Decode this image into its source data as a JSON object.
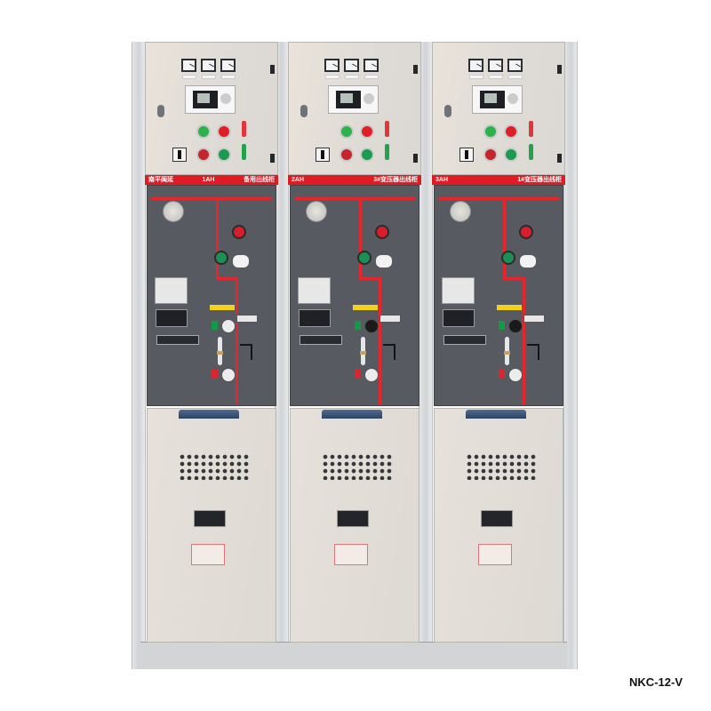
{
  "image": {
    "subject": "Three-bay medium-voltage switchgear cabinets (product photo)",
    "background_color": "#ffffff",
    "model_label": "NKC-12-V"
  },
  "colors": {
    "busbar_red": "#e6262c",
    "label_strip_red": "#df1b24",
    "panel_gray": "#575a60",
    "door_beige": "#e2ddd6",
    "handle_blue": "#3a5278",
    "plinth_gray": "#d3d4d6"
  },
  "cabinets": [
    {
      "id": "1AH",
      "strip_left": "南平闽延",
      "strip_mid": "1AH",
      "strip_right": "备用出线柜",
      "meters": 3,
      "lamps": [
        "green",
        "red",
        "red",
        "green"
      ]
    },
    {
      "id": "2AH",
      "strip_left": "2AH",
      "strip_mid": "",
      "strip_right": "3#变压器出线柜",
      "meters": 3,
      "lamps": [
        "green",
        "red",
        "red",
        "green"
      ]
    },
    {
      "id": "3AH",
      "strip_left": "3AH",
      "strip_mid": "",
      "strip_right": "1#变压器出线柜",
      "meters": 3,
      "lamps": [
        "green",
        "red",
        "red",
        "green"
      ]
    }
  ]
}
